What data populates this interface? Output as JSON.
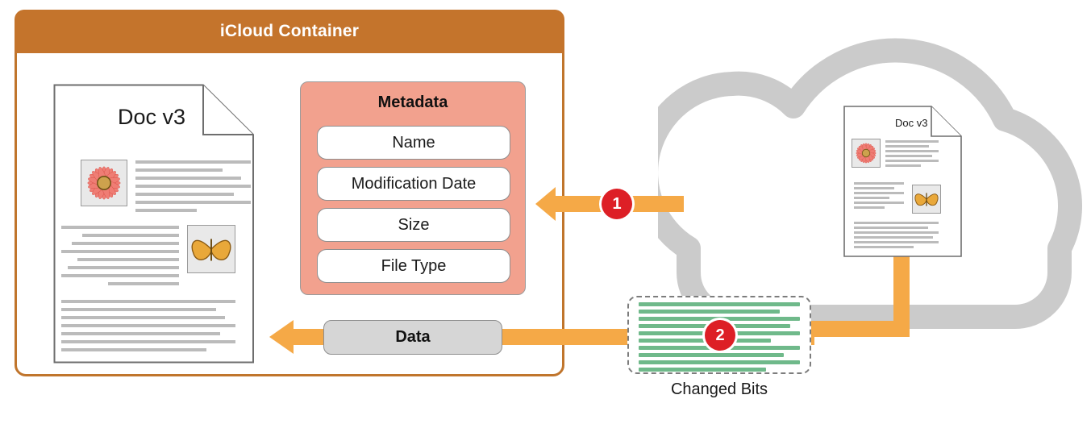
{
  "container": {
    "title": "iCloud Container",
    "border_color": "#c0752c",
    "header_color": "#c4742c"
  },
  "local_document": {
    "title": "Doc v3",
    "images": [
      "flower-photo",
      "butterfly-photo"
    ]
  },
  "cloud_document": {
    "title": "Doc v3",
    "images": [
      "flower-photo",
      "butterfly-photo"
    ]
  },
  "metadata_panel": {
    "title": "Metadata",
    "panel_color": "#f2a18e",
    "rows": [
      {
        "label": "Name"
      },
      {
        "label": "Modification Date"
      },
      {
        "label": "Size"
      },
      {
        "label": "File Type"
      }
    ]
  },
  "data_pill": {
    "label": "Data",
    "fill_color": "#d6d6d6"
  },
  "changed_bits": {
    "label": "Changed Bits",
    "line_color": "#6fb98a",
    "line_widths": [
      176,
      143,
      192,
      166,
      198,
      152,
      185,
      207,
      160,
      196,
      137
    ]
  },
  "steps": [
    {
      "number": "1",
      "color": "#dd1f26"
    },
    {
      "number": "2",
      "color": "#dd1f26"
    }
  ],
  "cloud": {
    "name": "icloud-shape",
    "color": "#cbcbcb"
  },
  "connectors": {
    "color": "#f5a947"
  }
}
